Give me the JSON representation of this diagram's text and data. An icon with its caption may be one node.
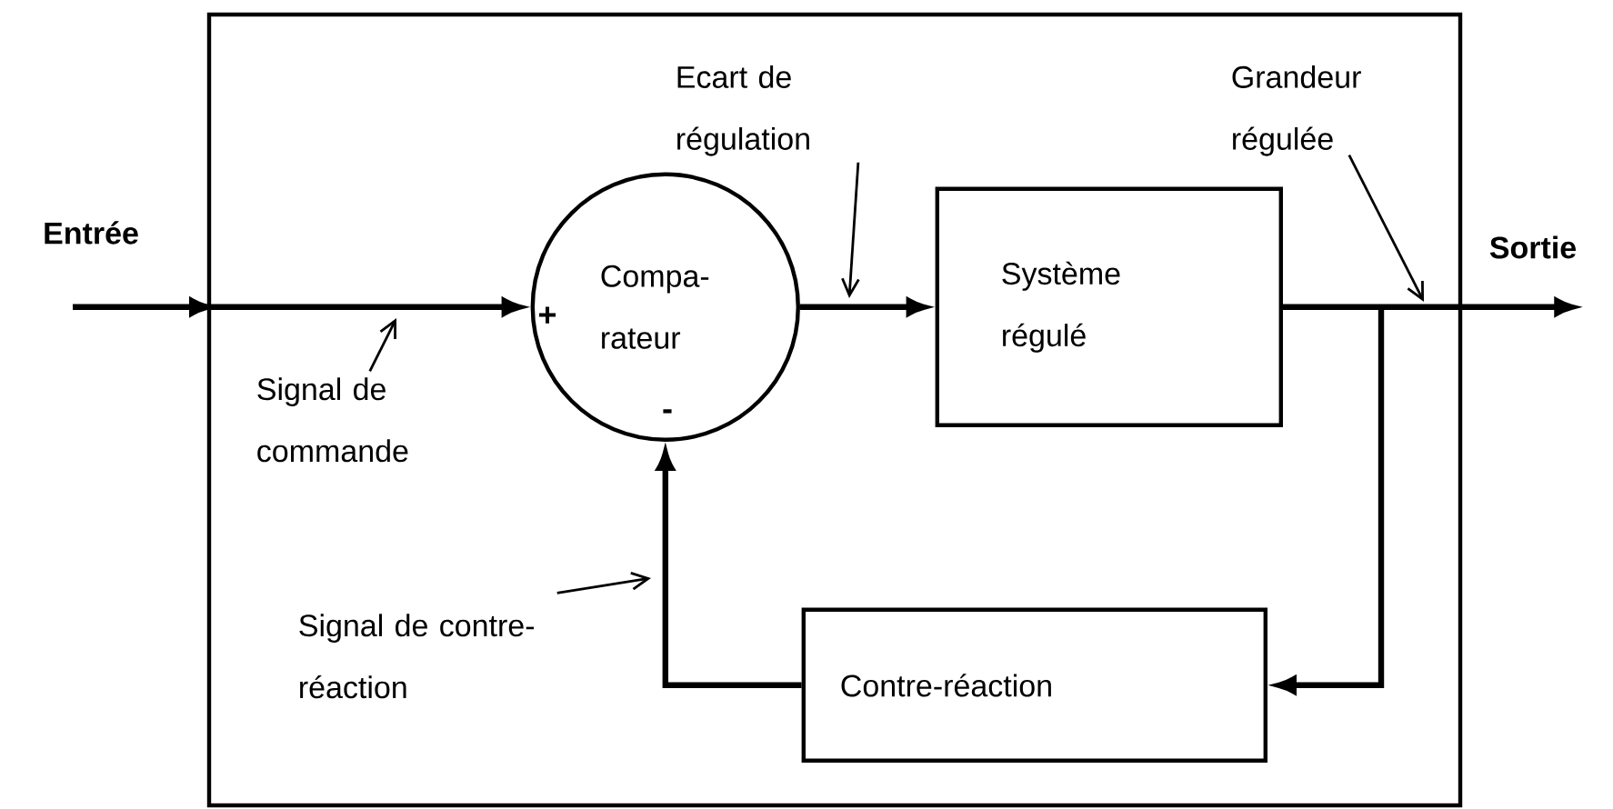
{
  "diagram": {
    "nodes": [
      {
        "text": [
          "Entrée"
        ]
      },
      {
        "text": [],
        "shape": "box"
      },
      {
        "text": [
          "Ecart de régulation"
        ],
        "in": 1
      },
      {
        "text": [
          "Grandeur régulée"
        ],
        "in": 1
      },
      {
        "text": [
          "Sortie"
        ]
      },
      {
        "text": [
          "+",
          "Compa- rateur",
          "-"
        ],
        "in": 1
      },
      {
        "text": [
          "Système régulé"
        ],
        "in": 1
      },
      {
        "text": [
          "Signal de commande"
        ],
        "in": 1
      },
      {
        "text": [
          "Signal de contre-réaction"
        ],
        "in": 1
      },
      {
        "text": [
          "Contre-réaction"
        ],
        "in": 1
      }
    ],
    "edges": [
      {
        "from": 0,
        "to": 5,
        "arrow": "to"
      },
      {
        "from": 5,
        "to": 6,
        "arrow": "to"
      },
      {
        "from": 6,
        "to": 4,
        "arrow": "to"
      },
      {
        "from": 6,
        "to": 9,
        "arrow": "to"
      },
      {
        "from": 9,
        "to": 5,
        "arrow": "to"
      },
      {
        "from": 2,
        "to": null,
        "arrow": "to"
      },
      {
        "from": 3,
        "to": null,
        "arrow": "to"
      },
      {
        "from": 7,
        "to": null,
        "arrow": "to"
      },
      {
        "from": 8,
        "to": null,
        "arrow": "to"
      }
    ]
  }
}
